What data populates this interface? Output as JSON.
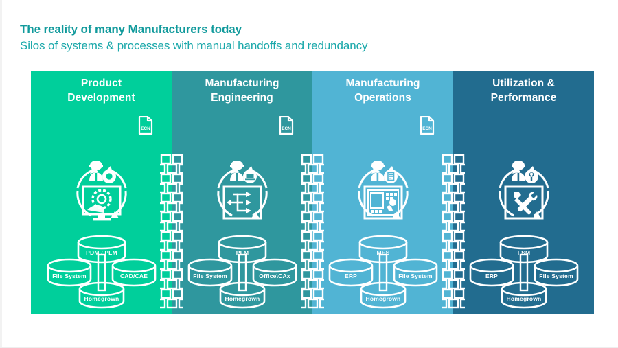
{
  "header": {
    "title": "The reality of many Manufacturers today",
    "subtitle": "Silos of systems & processes with manual handoffs and redundancy",
    "title_color": "#119a9c",
    "subtitle_color": "#1aa8aa"
  },
  "columns": [
    {
      "title_line1": "Product",
      "title_line2": "Development",
      "color": "#00cf9b",
      "doc_badge": "ECN",
      "worker_badge_icon": "gear-icon",
      "center_icon": "monitor-cad-icon",
      "systems": {
        "top": "PDM / PLM",
        "left": "File  System",
        "right": "CAD/CAE",
        "bottom": "Homegrown"
      }
    },
    {
      "title_line1": "Manufacturing",
      "title_line2": "Engineering",
      "color": "#2f979e",
      "doc_badge": "ECN",
      "worker_badge_icon": "laptop-icon",
      "center_icon": "process-flow-icon",
      "systems": {
        "top": "PLM",
        "left": "File  System",
        "right": "Office\\CAx",
        "bottom": "Homegrown"
      }
    },
    {
      "title_line1": "Manufacturing",
      "title_line2": "Operations",
      "color": "#51b4d4",
      "doc_badge": "ECN",
      "worker_badge_icon": "clipboard-icon",
      "center_icon": "hmi-panel-icon",
      "systems": {
        "top": "MES",
        "left": "ERP",
        "right": "File  System",
        "bottom": "Homegrown"
      }
    },
    {
      "title_line1": "Utilization &",
      "title_line2": "Performance",
      "color": "#226c8f",
      "doc_badge": "",
      "worker_badge_icon": "wrench-icon",
      "center_icon": "hammer-wrench-icon",
      "systems": {
        "top": "FSM",
        "left": "ERP",
        "right": "File  System",
        "bottom": "Homegrown"
      }
    }
  ],
  "walls": [
    {
      "name": "silo-wall-1"
    },
    {
      "name": "silo-wall-2"
    },
    {
      "name": "silo-wall-3"
    }
  ]
}
